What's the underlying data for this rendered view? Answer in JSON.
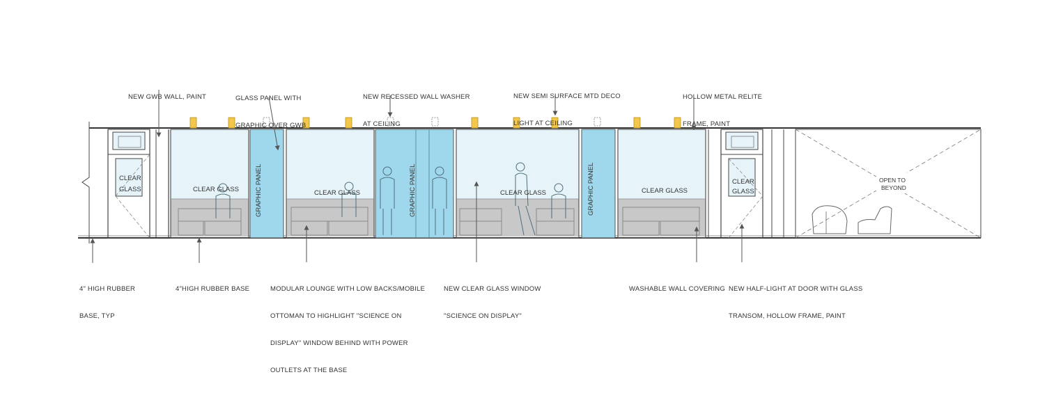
{
  "annotations": {
    "gwb_wall": [
      "NEW GWB WALL, PAINT"
    ],
    "glass_panel": [
      "GLASS PANEL WITH",
      "GRAPHIC OVER GWB"
    ],
    "wall_washer": [
      "NEW RECESSED WALL WASHER",
      "AT CEILING"
    ],
    "deco_light": [
      "NEW SEMI SURFACE MTD DECO",
      "LIGHT AT CEILING"
    ],
    "relite_frame": [
      "HOLLOW METAL RELITE",
      "FRAME, PAINT"
    ],
    "rubber_base_typ": [
      "4\" HIGH RUBBER",
      "BASE, TYP"
    ],
    "rubber_base": [
      "4\"HIGH RUBBER BASE"
    ],
    "lounge": [
      "MODULAR LOUNGE WITH LOW BACKS/MOBILE",
      "OTTOMAN TO HIGHLIGHT \"SCIENCE ON",
      "DISPLAY\" WINDOW BEHIND WITH POWER",
      "OUTLETS AT THE BASE"
    ],
    "clear_glass_window": [
      "NEW CLEAR GLASS WINDOW",
      "\"SCIENCE ON DISPLAY\""
    ],
    "wall_covering": [
      "WASHABLE WALL COVERING"
    ],
    "half_light_door": [
      "NEW HALF-LIGHT AT DOOR WITH GLASS",
      "TRANSOM, HOLLOW FRAME, PAINT"
    ]
  },
  "labels": {
    "clear_glass": "CLEAR GLASS",
    "clear": "CLEAR",
    "glass": "GLASS",
    "graphic_panel": "GRAPHIC PANEL",
    "open_to": "OPEN TO",
    "beyond": "BEYOND"
  },
  "colors": {
    "line": "#3a3a3a",
    "window_glass": "#e6f4fa",
    "graphic_panel": "#9fd8ec",
    "graphic_panel_dark": "#86cde6",
    "lounge_zone": "#c8c8c8",
    "light_fixture": "#f2c74a",
    "leader": "#555555"
  }
}
